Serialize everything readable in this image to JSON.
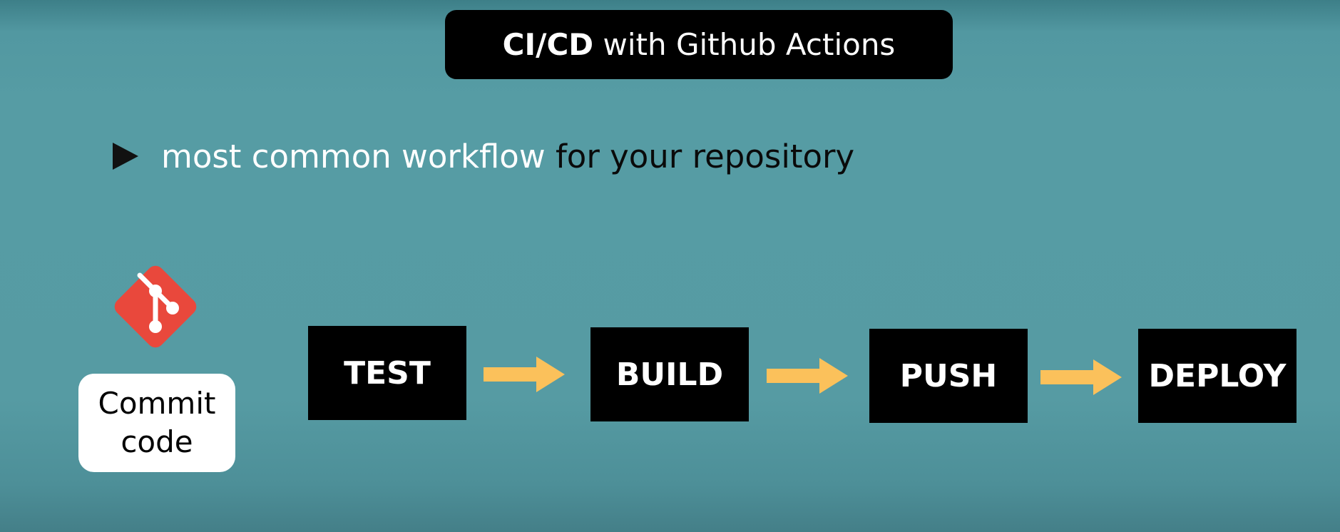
{
  "title": {
    "bold_part": "CI/CD",
    "rest": " with Github Actions"
  },
  "bullet": {
    "highlight": "most common workflow",
    "rest": " for your repository"
  },
  "commit": {
    "line1": "Commit",
    "line2": "code"
  },
  "stages": {
    "test": "TEST",
    "build": "BUILD",
    "push": "PUSH",
    "deploy": "DEPLOY"
  },
  "colors": {
    "background": "#569ca4",
    "arrow": "#fbc15b",
    "git_logo": "#e9483c",
    "stage_box": "#000000"
  },
  "icons": {
    "logo": "git-logo-icon",
    "bullet": "triangle-bullet-icon",
    "arrow": "right-arrow-icon"
  }
}
